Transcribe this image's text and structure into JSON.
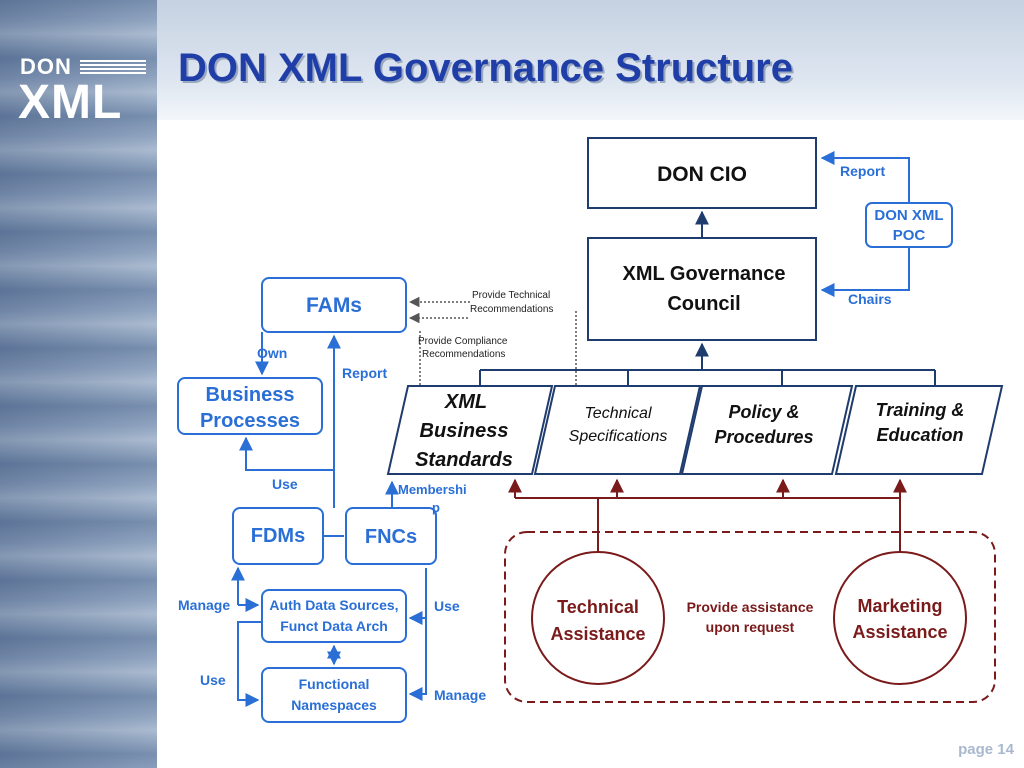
{
  "slide": {
    "title": "DON XML Governance Structure",
    "page_label": "page 14"
  },
  "logo": {
    "top_text": "DON",
    "bottom_text": "XML"
  },
  "colors": {
    "blue": "#2a6fd6",
    "navy": "#1f3c6e",
    "maroon": "#7a1a1a",
    "title": "#1f3ea8"
  },
  "diagram": {
    "don_cio": "DON CIO",
    "governance_council": [
      "XML Governance",
      "Council"
    ],
    "don_xml_poc": [
      "DON XML",
      "POC"
    ],
    "report_top": "Report",
    "chairs": "Chairs",
    "xml_business_standards": [
      "XML",
      "Business",
      "Standards"
    ],
    "technical_specifications": [
      "Technical",
      "Specifications"
    ],
    "policy_procedures": [
      "Policy &",
      "Procedures"
    ],
    "training_education": [
      "Training &",
      "Education"
    ],
    "technical_assistance": [
      "Technical",
      "Assistance"
    ],
    "marketing_assistance": [
      "Marketing",
      "Assistance"
    ],
    "provide_assistance": [
      "Provide assistance",
      "upon request"
    ],
    "fams": "FAMs",
    "business_processes": [
      "Business",
      "Processes"
    ],
    "fdms": "FDMs",
    "fncs": "FNCs",
    "auth_data_sources": [
      "Auth Data Sources,",
      "Funct Data Arch"
    ],
    "functional_namespaces": [
      "Functional",
      "Namespaces"
    ],
    "provide_technical_recs": [
      "Provide Technical",
      "Recommendations"
    ],
    "provide_compliance_recs": [
      "Provide Compliance",
      "Recommendations"
    ],
    "own": "Own",
    "report_left": "Report",
    "use_top": "Use",
    "membership": [
      "Membershi",
      "p"
    ],
    "manage_left": "Manage",
    "use_right": "Use",
    "use_left": "Use",
    "manage_right": "Manage"
  }
}
